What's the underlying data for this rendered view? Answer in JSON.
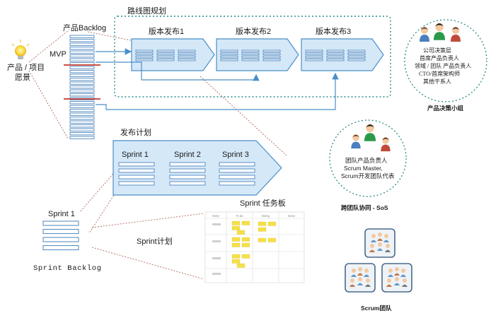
{
  "vision": {
    "label": "产品 / 项目\n愿景"
  },
  "backlog": {
    "title": "产品Backlog",
    "mvp": "MVP"
  },
  "roadmap": {
    "title": "路线图规划",
    "releases": [
      "版本发布1",
      "版本发布2",
      "版本发布3"
    ]
  },
  "release_plan": {
    "title": "发布计划",
    "sprints": [
      "Sprint 1",
      "Sprint 2",
      "Sprint 3"
    ]
  },
  "sprint_backlog": {
    "title": "Sprint 1",
    "caption": "Sprint Backlog"
  },
  "sprint_planning": {
    "label": "Sprint计划"
  },
  "taskboard": {
    "title": "Sprint 任务板",
    "columns": [
      "Story",
      "To do",
      "Doing",
      "Done"
    ]
  },
  "product_council": {
    "lines": [
      "公司决策层",
      "首席产品负责人",
      "领域 / 团队 产品负责人",
      "CTO/首席架构师",
      "其他干系人"
    ],
    "caption": "产品决策小组"
  },
  "sos": {
    "lines": [
      "团队产品负责人",
      "Scrum Master,",
      "Scrum开发团队代表"
    ],
    "caption": "跨团队协同 - SoS"
  },
  "scrum_teams": {
    "caption": "Scrum团队"
  },
  "colors": {
    "arrow_fill": "#d5e8f8",
    "arrow_stroke": "#4a8fc8",
    "bar_fill": "#5b8fc4",
    "divider_red": "#c0392b",
    "dotted_teal": "#2a8a8a",
    "sticky_yellow": "#f5e04a"
  }
}
